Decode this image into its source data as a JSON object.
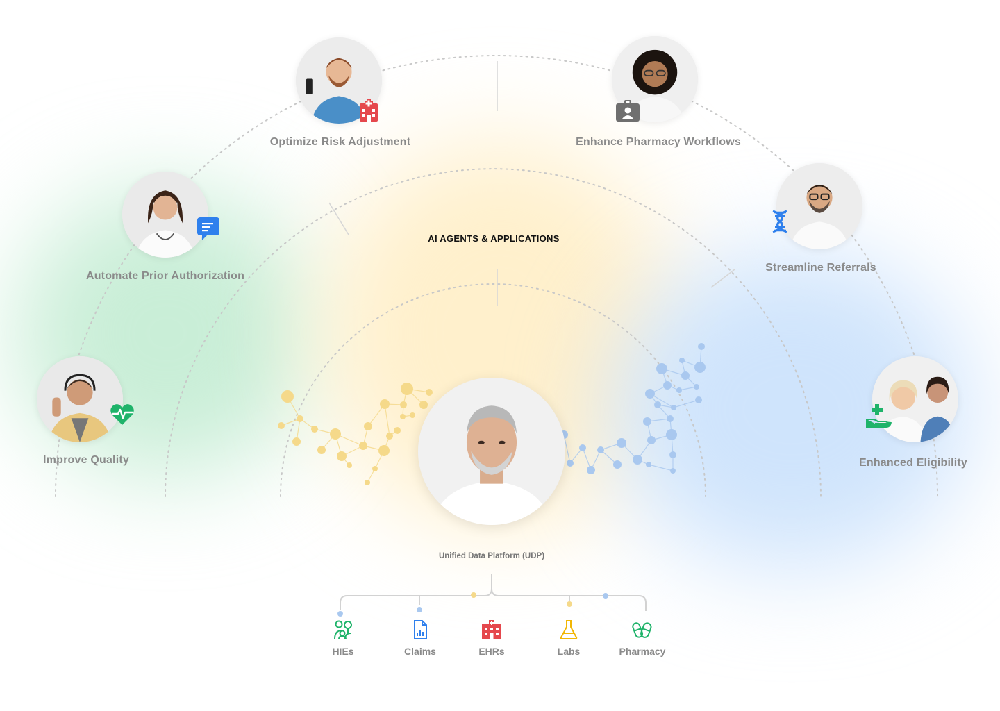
{
  "diagram": {
    "center_title": "AI AGENTS & APPLICATIONS",
    "platform_label": "Unified Data Platform (UDP)",
    "use_cases": [
      {
        "label": "Optimize Risk Adjustment",
        "badge": "hospital-icon",
        "color": "#e5484d"
      },
      {
        "label": "Enhance Pharmacy Workflows",
        "badge": "id-badge-icon",
        "color": "#6f6f6f"
      },
      {
        "label": "Automate Prior Authorization",
        "badge": "chat-icon",
        "color": "#2f80ed"
      },
      {
        "label": "Streamline Referrals",
        "badge": "dna-icon",
        "color": "#2f80ed"
      },
      {
        "label": "Improve Quality",
        "badge": "heart-pulse-icon",
        "color": "#1fb36a"
      },
      {
        "label": "Enhanced Eligibility",
        "badge": "hand-care-icon",
        "color": "#1fb36a"
      }
    ],
    "data_sources": [
      {
        "label": "HIEs",
        "icon": "people-network-icon",
        "color": "#1fb36a"
      },
      {
        "label": "Claims",
        "icon": "document-chart-icon",
        "color": "#2f80ed"
      },
      {
        "label": "EHRs",
        "icon": "hospital-building-icon",
        "color": "#e5484d"
      },
      {
        "label": "Labs",
        "icon": "flask-icon",
        "color": "#f2b705"
      },
      {
        "label": "Pharmacy",
        "icon": "pills-icon",
        "color": "#1fb36a"
      }
    ],
    "colors": {
      "green_glow": "#c9eed7",
      "yellow_glow": "#fff0cc",
      "blue_glow": "#cfe4fc",
      "yellow_nodes": "#f5d98a",
      "blue_nodes": "#a9c8ef",
      "arc_line": "#c8c8c8"
    }
  }
}
